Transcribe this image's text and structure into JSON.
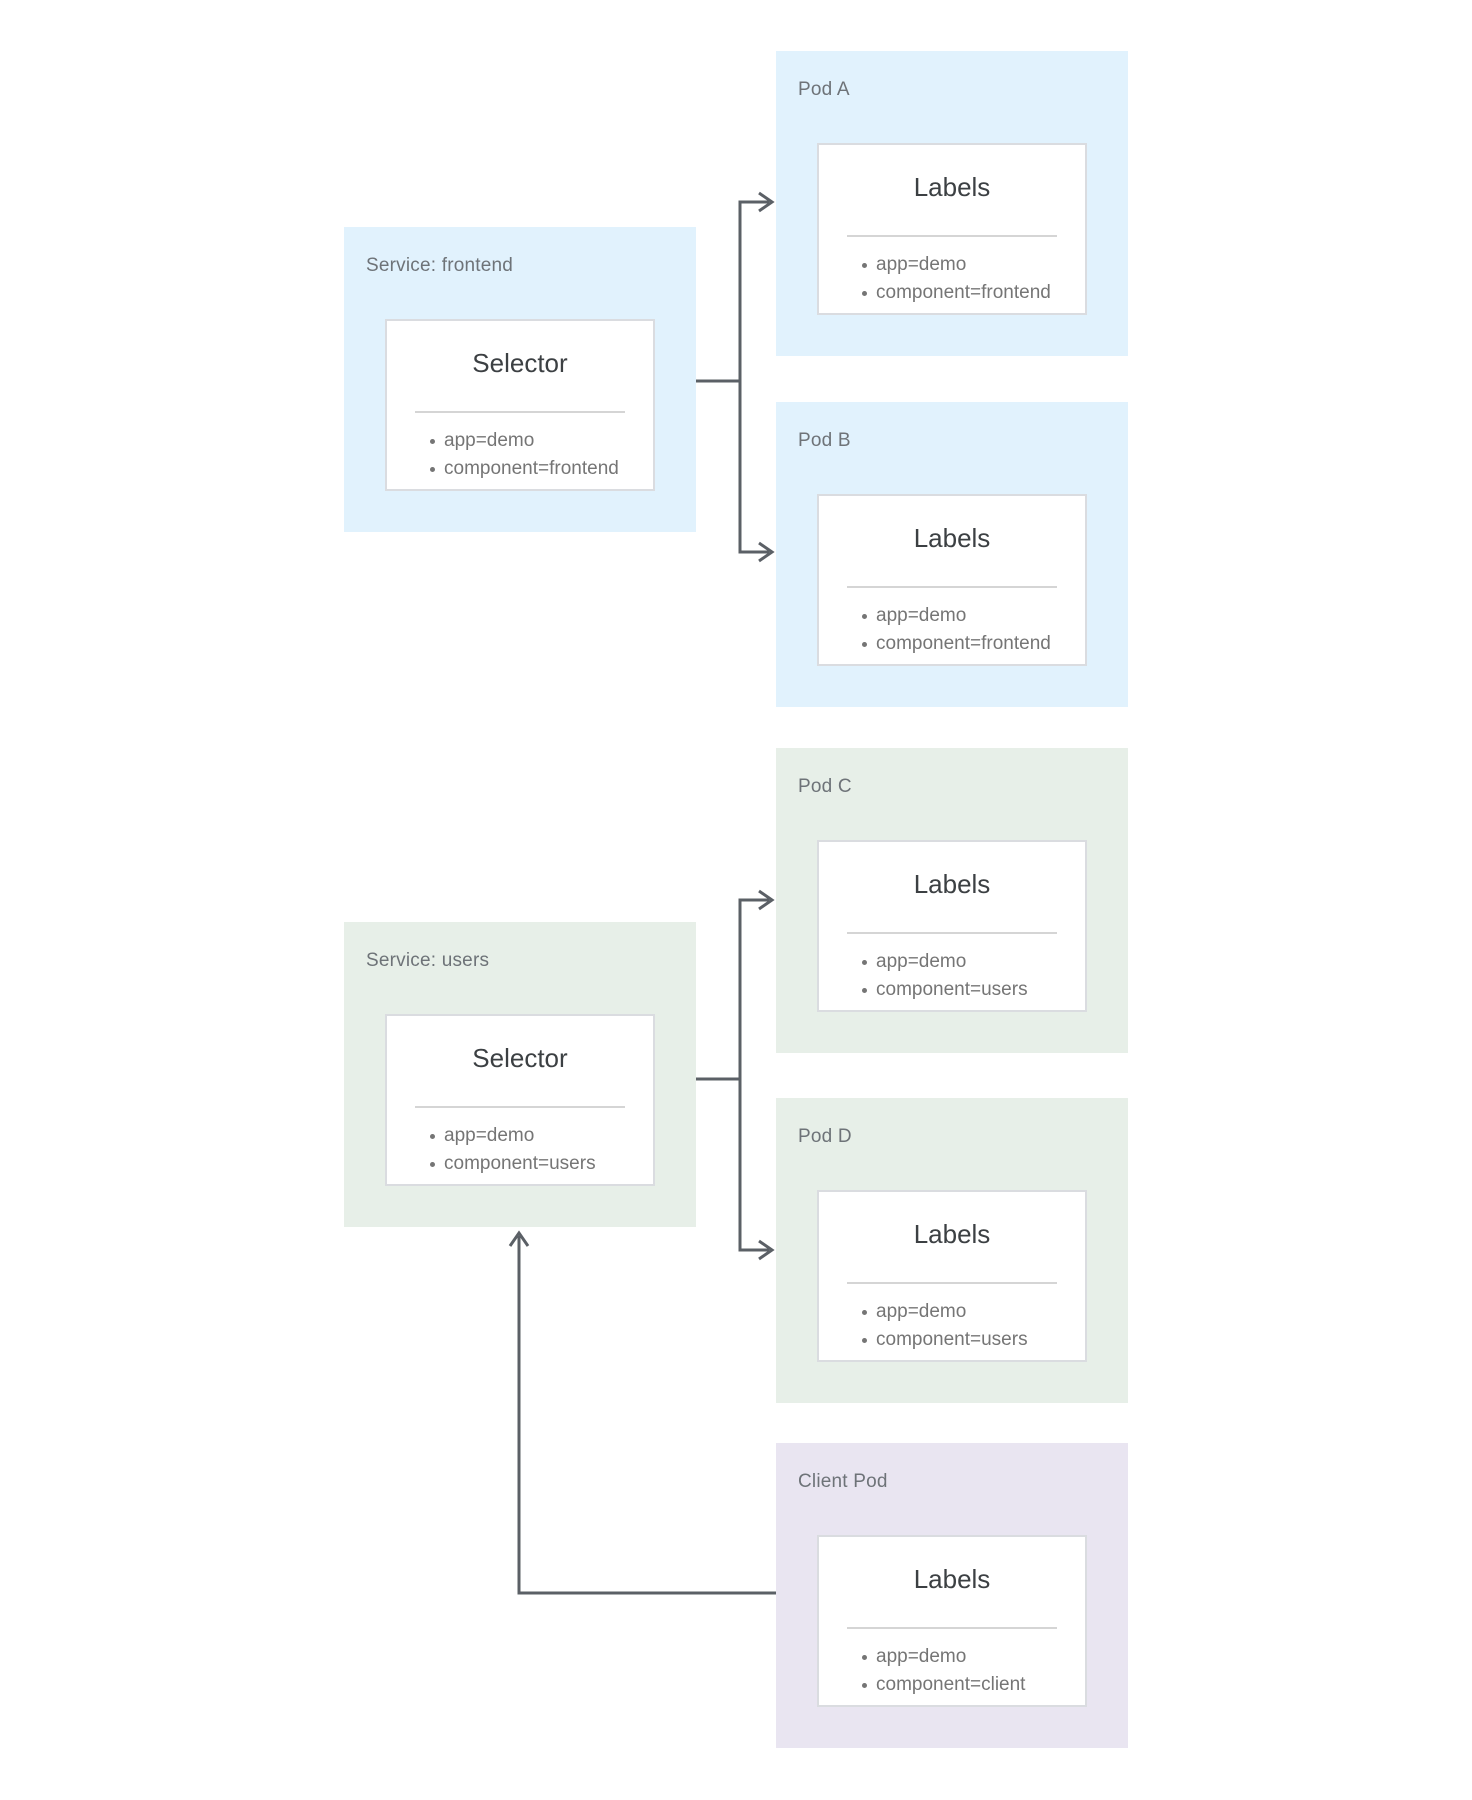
{
  "colors": {
    "frontend_fill": "#e1f2fd",
    "users_fill": "#e7efe8",
    "client_fill": "#e9e5f1",
    "card_fill": "#ffffff",
    "card_border": "#dadce0",
    "connector": "#5b6066",
    "box_title_text": "#6e7378",
    "card_heading_text": "#3c4043",
    "item_text": "#757575"
  },
  "boxes": [
    {
      "id": "pod-a",
      "title": "Pod A",
      "card_title": "Labels",
      "items": [
        "app=demo",
        "component=frontend"
      ]
    },
    {
      "id": "service-frontend",
      "title": "Service: frontend",
      "card_title": "Selector",
      "items": [
        "app=demo",
        "component=frontend"
      ]
    },
    {
      "id": "pod-b",
      "title": "Pod B",
      "card_title": "Labels",
      "items": [
        "app=demo",
        "component=frontend"
      ]
    },
    {
      "id": "pod-c",
      "title": "Pod C",
      "card_title": "Labels",
      "items": [
        "app=demo",
        "component=users"
      ]
    },
    {
      "id": "service-users",
      "title": "Service: users",
      "card_title": "Selector",
      "items": [
        "app=demo",
        "component=users"
      ]
    },
    {
      "id": "pod-d",
      "title": "Pod D",
      "card_title": "Labels",
      "items": [
        "app=demo",
        "component=users"
      ]
    },
    {
      "id": "client-pod",
      "title": "Client Pod",
      "card_title": "Labels",
      "items": [
        "app=demo",
        "component=client"
      ]
    }
  ],
  "connectors": [
    {
      "from": "service-frontend",
      "to": [
        "pod-a",
        "pod-b"
      ]
    },
    {
      "from": "service-users",
      "to": [
        "pod-c",
        "pod-d"
      ]
    },
    {
      "from": "client-pod",
      "to": [
        "service-users"
      ]
    }
  ]
}
